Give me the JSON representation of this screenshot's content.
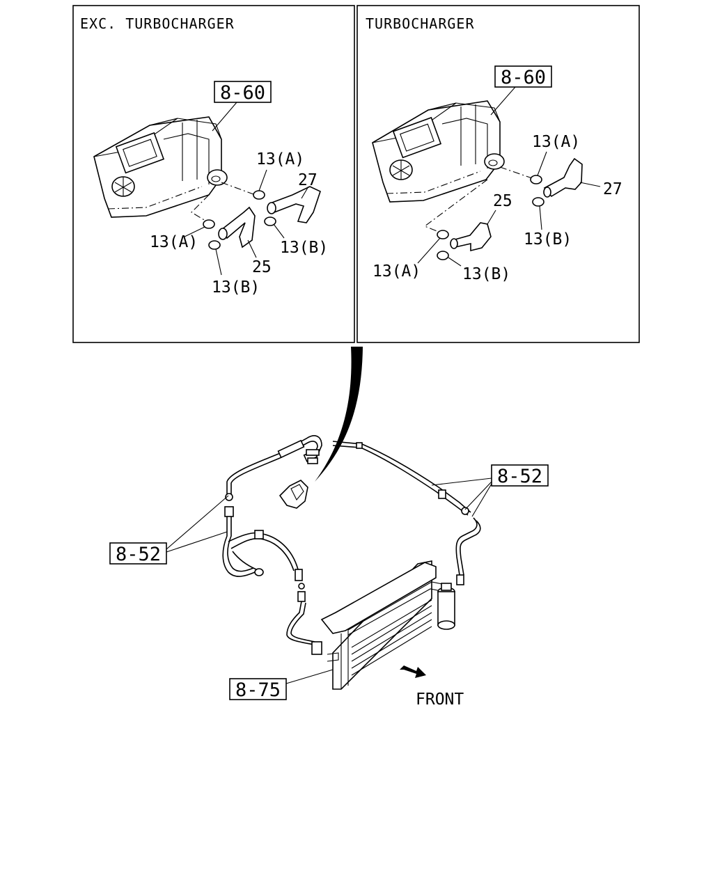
{
  "panels": {
    "left_title": "EXC. TURBOCHARGER",
    "right_title": "TURBOCHARGER"
  },
  "left": {
    "ref_heater": "8-60",
    "clamp_a_top": "13(A)",
    "clamp_a_left": "13(A)",
    "clamp_b_right": "13(B)",
    "clamp_b_bottom": "13(B)",
    "hose_27": "27",
    "hose_25": "25"
  },
  "right": {
    "ref_heater": "8-60",
    "clamp_a_top": "13(A)",
    "clamp_b_right": "13(B)",
    "clamp_a_left": "13(A)",
    "clamp_b_bottom": "13(B)",
    "hose_27": "27",
    "hose_25": "25"
  },
  "main": {
    "ref_pipes_right": "8-52",
    "ref_pipes_left": "8-52",
    "ref_condenser": "8-75",
    "front_label": "FRONT"
  }
}
